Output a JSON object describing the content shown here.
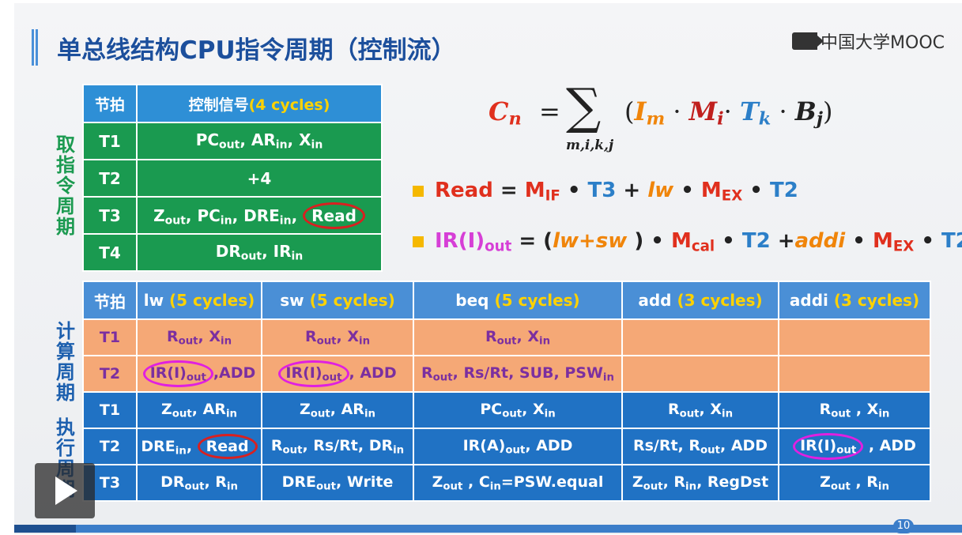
{
  "slide": {
    "title": "单总线结构CPU指令周期（控制流）",
    "logo": "中国大学MOOC",
    "page_number": "10"
  },
  "labels": {
    "fetch_cycle": [
      "取",
      "指",
      "令",
      "周",
      "期"
    ],
    "calc_cycle": [
      "计",
      "算",
      "周",
      "期"
    ],
    "exec_cycle": [
      "执",
      "行",
      "周",
      "期"
    ]
  },
  "fetch_table": {
    "header_beat": "节拍",
    "header_signal": "控制信号",
    "header_signal_cycles": "(4 cycles)",
    "rows": [
      {
        "beat": "T1"
      },
      {
        "beat": "T2",
        "signal": "+4"
      },
      {
        "beat": "T3",
        "read": "Read"
      },
      {
        "beat": "T4"
      }
    ]
  },
  "formula": {
    "lhs": "C",
    "lhs_sub": "n",
    "sigma_sub": "m,i,k,j",
    "read_label": "Read",
    "read_lw": "lw",
    "ir_lw_sw": "lw+sw",
    "ir_addi": "addi"
  },
  "exec_table": {
    "header_beat": "节拍",
    "columns": [
      {
        "name": "lw",
        "cycles": "(5 cycles)"
      },
      {
        "name": "sw",
        "cycles": "(5 cycles)"
      },
      {
        "name": "beq",
        "cycles": "(5 cycles)"
      },
      {
        "name": "add",
        "cycles": "(3 cycles)"
      },
      {
        "name": "addi",
        "cycles": "(3 cycles)"
      }
    ],
    "beats": [
      "T1",
      "T2",
      "T1",
      "T2",
      "T3"
    ],
    "texts": {
      "add_word": "ADD",
      "sub_row": "SUB",
      "read": "Read",
      "write": "Write",
      "regdst": "RegDst",
      "psw_equal": "=PSW.equal"
    }
  },
  "player": {
    "progress_fraction": 0.065
  }
}
